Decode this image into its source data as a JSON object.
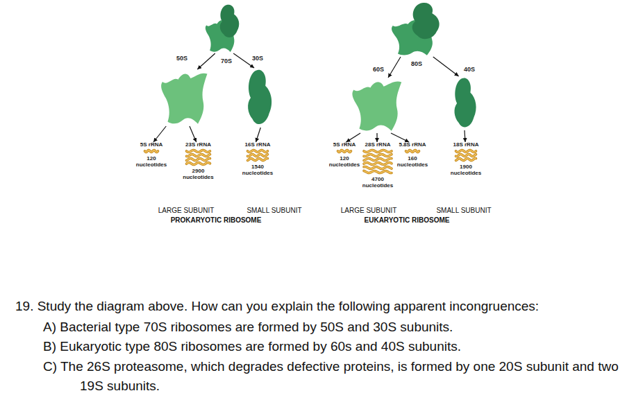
{
  "diagram": {
    "nodes": [
      {
        "text": [
          "70S"
        ]
      },
      {
        "text": [
          "50S"
        ]
      },
      {
        "text": [
          "30S"
        ]
      },
      {
        "text": [
          "5S rRNA",
          "120 nucleotides"
        ]
      },
      {
        "text": [
          "23S rRNA",
          "2900 nucleotides"
        ]
      },
      {
        "text": [
          "16S rRNA",
          "1540 nucleotides"
        ]
      },
      {
        "text": [
          "80S"
        ]
      },
      {
        "text": [
          "60S"
        ]
      },
      {
        "text": [
          "40S"
        ]
      },
      {
        "text": [
          "5S rRNA",
          "120 nucleotides"
        ]
      },
      {
        "text": [
          "28S rRNA",
          "4700 nucleotides"
        ]
      },
      {
        "text": [
          "5.8S rRNA",
          "160 nucleotides"
        ]
      },
      {
        "text": [
          "18S rRNA",
          "1900 nucleotides"
        ]
      }
    ],
    "edges": [
      {
        "from": 0,
        "to": 1,
        "arrow": "to"
      },
      {
        "from": 0,
        "to": 2,
        "arrow": "to"
      },
      {
        "from": 1,
        "to": 3,
        "arrow": "to"
      },
      {
        "from": 1,
        "to": 4,
        "arrow": "to"
      },
      {
        "from": 2,
        "to": 5,
        "arrow": "to"
      },
      {
        "from": 6,
        "to": 7,
        "arrow": "to"
      },
      {
        "from": 6,
        "to": 8,
        "arrow": "to"
      },
      {
        "from": 7,
        "to": 9,
        "arrow": "to"
      },
      {
        "from": 7,
        "to": 10,
        "arrow": "to"
      },
      {
        "from": 7,
        "to": 11,
        "arrow": "to"
      },
      {
        "from": 8,
        "to": 12,
        "arrow": "to"
      }
    ],
    "labels": [
      "LARGE SUBUNIT",
      "SMALL SUBUNIT",
      "PROKARYOTIC RIBOSOME",
      "LARGE SUBUNIT",
      "SMALL SUBUNIT",
      "EUKARYOTIC RIBOSOME",
      "19. Study the diagram above. How can you explain the following apparent incongruences:",
      "A) Bacterial type 70S ribosomes are formed by 50S and 30S subunits.",
      "B) Eukaryotic type 80S ribosomes are formed by 60s and 40S subunits.",
      "C) The 26S proteasome, which degrades defective proteins, is formed by one 20S subunit and two 19S subunits."
    ]
  }
}
